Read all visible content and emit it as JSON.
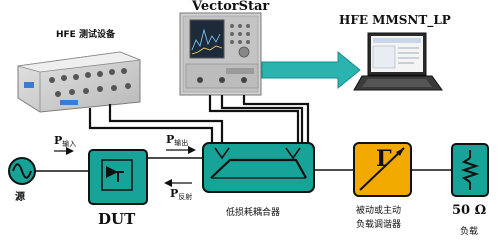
{
  "labels": {
    "hfe_test_equipment": "HFE 测试设备",
    "vectorstar": "VectorStar",
    "hfe_software": "HFE MMSNT_LP",
    "source": "源",
    "dut": "DUT",
    "p_in_symbol": "P",
    "p_in_sub": "输入",
    "p_out_symbol": "P",
    "p_out_sub": "输出",
    "p_ref_symbol": "P",
    "p_ref_sub": "反射",
    "coupler": "低损耗耦合器",
    "tuner_line1": "被动或主动",
    "tuner_line2": "负载调谐器",
    "tuner_symbol": "Γ",
    "load_value": "50 Ω",
    "load_label": "负载"
  },
  "colors": {
    "block_fill": "#17a398",
    "tuner_fill": "#f2a900",
    "arrow_fill": "#2bb3b0",
    "wire": "#111111"
  }
}
